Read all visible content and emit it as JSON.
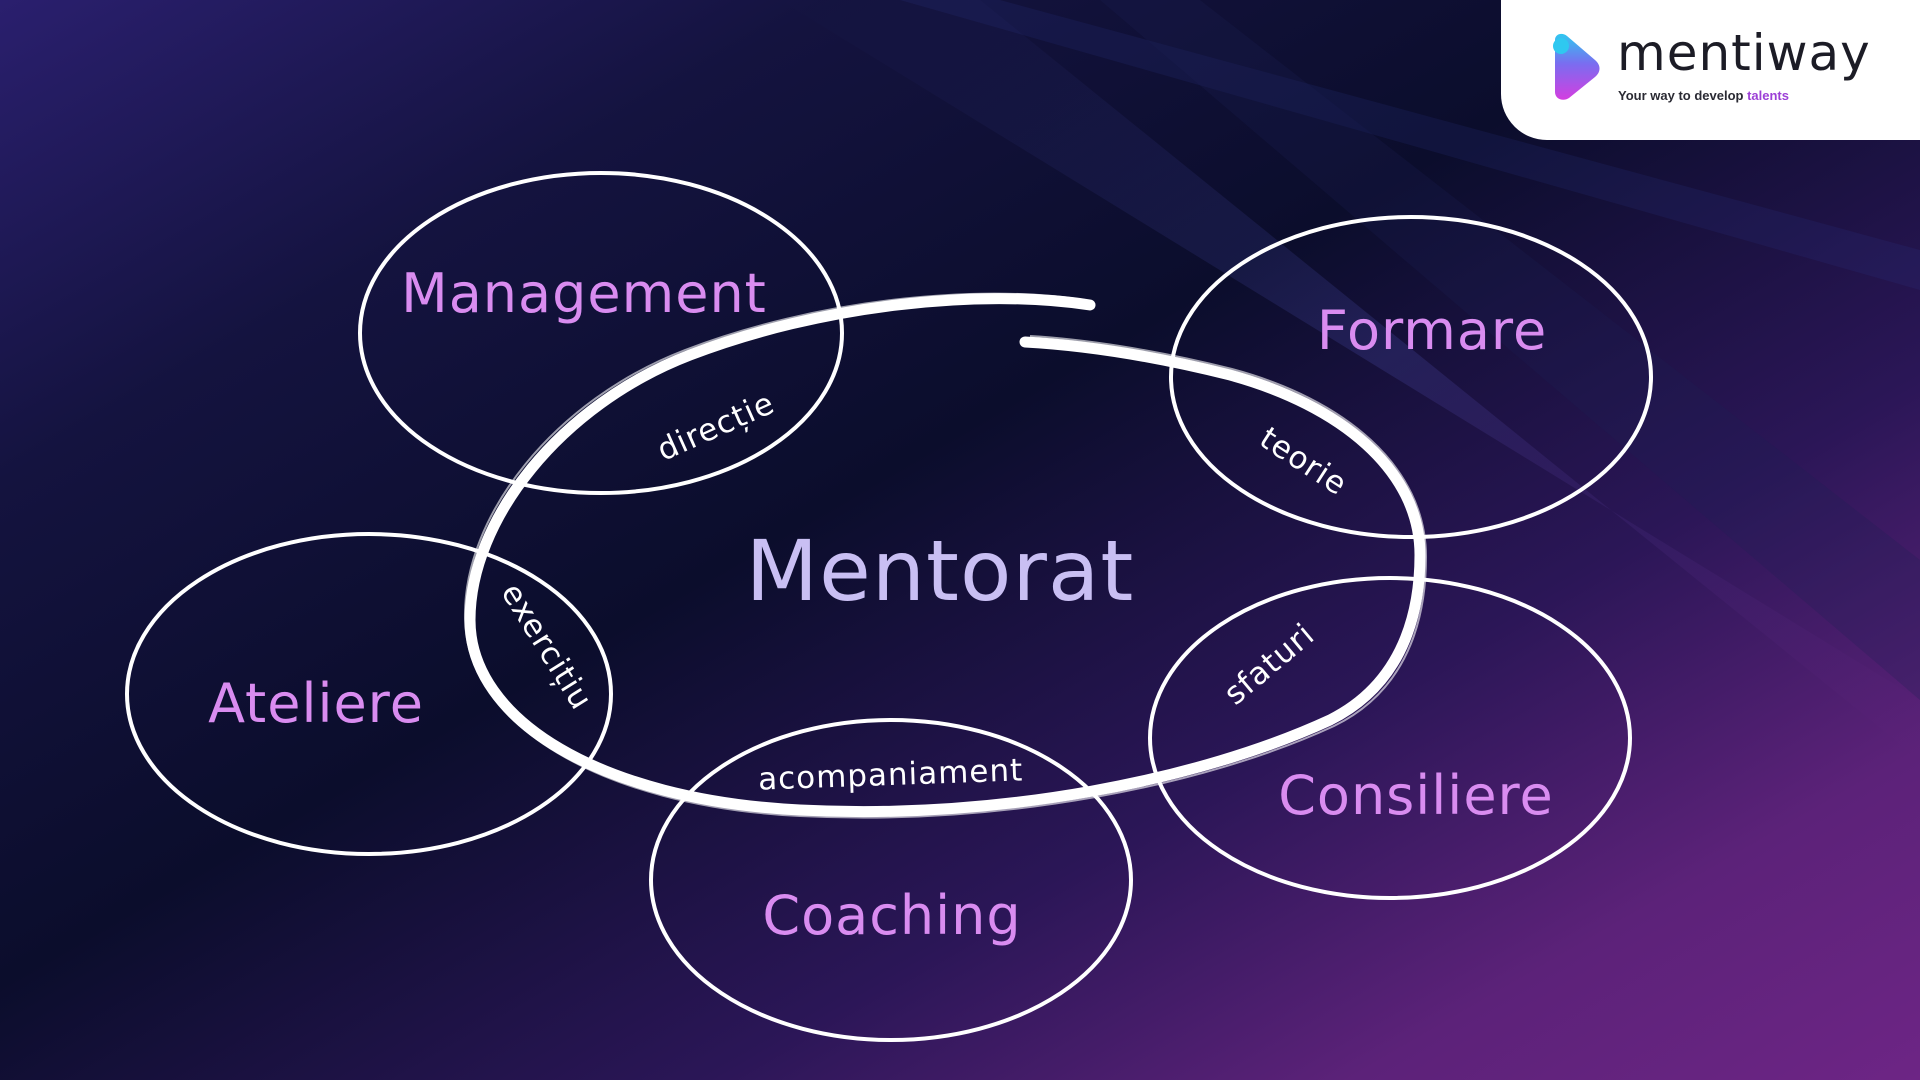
{
  "diagram": {
    "center": {
      "label": "Mentorat"
    },
    "nodes": [
      {
        "id": "management",
        "label": "Management",
        "link": "direcție"
      },
      {
        "id": "formare",
        "label": "Formare",
        "link": "teorie"
      },
      {
        "id": "ateliere",
        "label": "Ateliere",
        "link": "exercițiu"
      },
      {
        "id": "coaching",
        "label": "Coaching",
        "link": "acompaniament"
      },
      {
        "id": "consiliere",
        "label": "Consiliere",
        "link": "sfaturi"
      }
    ]
  },
  "brand": {
    "name": "mentiway",
    "tagline_prefix": "Your way to develop",
    "tagline_accent": "talents",
    "colors": {
      "accent": "#9c3fd6",
      "node_text": "#d98cf0",
      "center_text": "#c9bff3"
    },
    "logo_icon": "mentiway-mark-icon"
  }
}
